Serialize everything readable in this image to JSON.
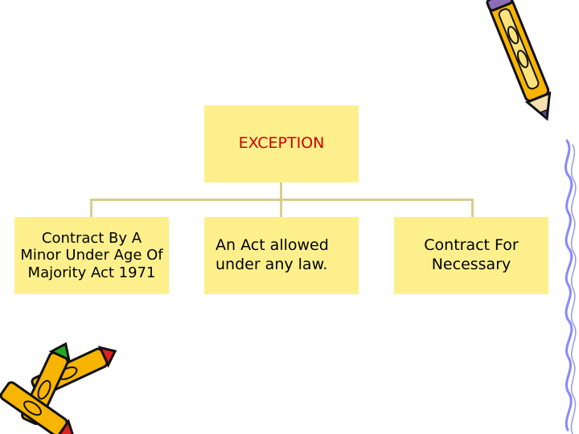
{
  "diagram": {
    "root_label": "EXCEPTION",
    "children": [
      "Contract By A Minor Under Age Of Majority Act 1971",
      "An Act allowed under any law.",
      "Contract For Necessary"
    ]
  },
  "colors": {
    "box_fill": "#fdf08c",
    "root_text": "#cc0000",
    "connector": "#d6cf8a",
    "border_squiggle": "#8888ff"
  },
  "decorations": {
    "top_right": "pencil-icon",
    "bottom_left": "crayons-icon",
    "right_edge": "squiggle-border"
  }
}
